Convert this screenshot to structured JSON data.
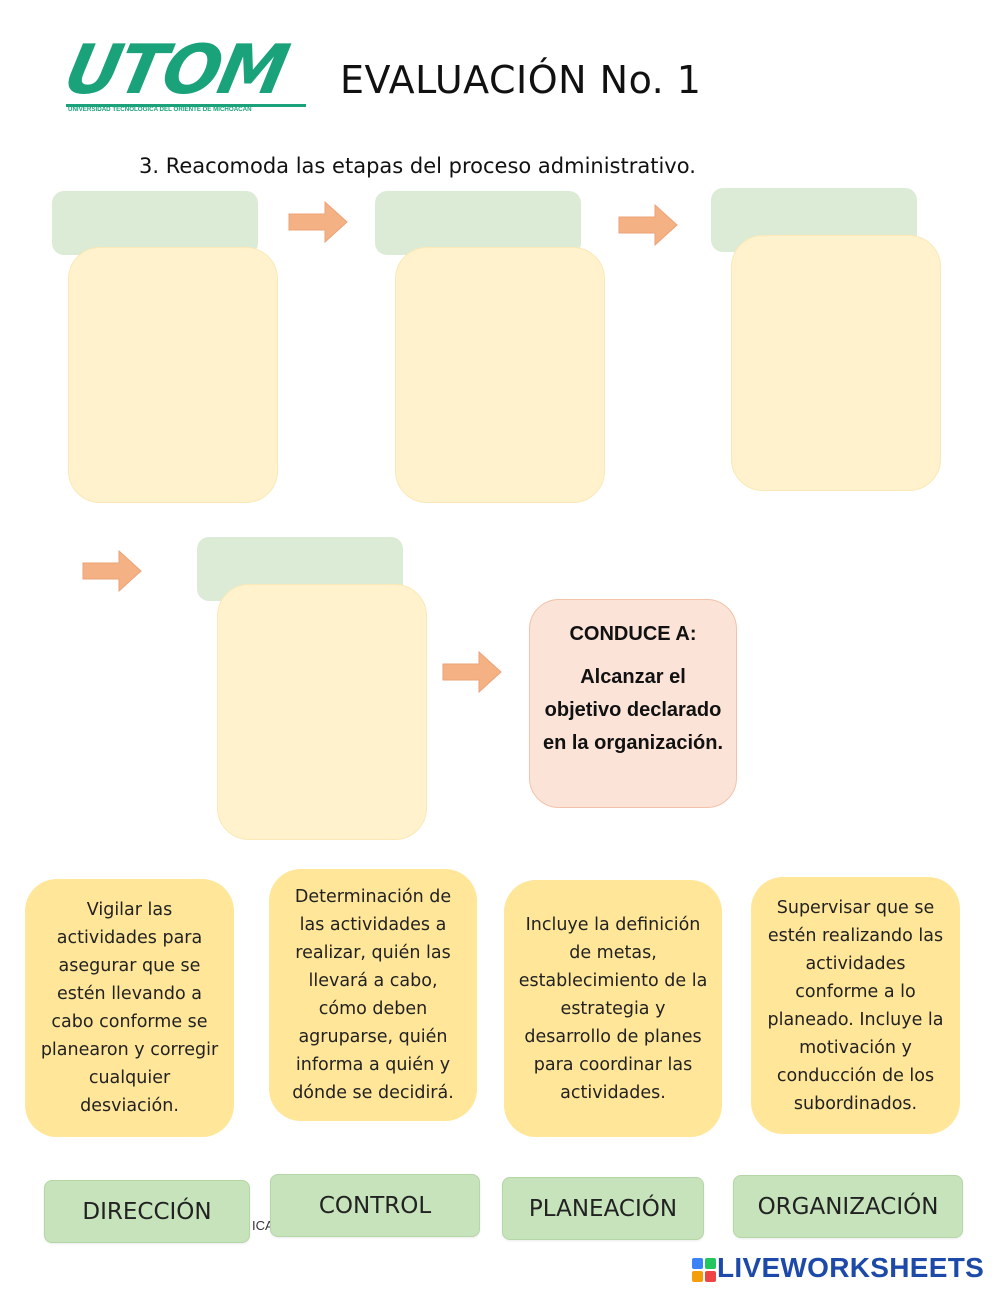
{
  "header": {
    "logo": {
      "text": "UTOM",
      "subtitle": "UNIVERSIDAD TECNOLÓGICA DEL ORIENTE DE MICHOACÁN",
      "color": "#1aa37a"
    },
    "title": "EVALUACIÓN No. 1"
  },
  "instruction": "3. Reacomoda las etapas del proceso administrativo.",
  "result": {
    "heading": "CONDUCE A:",
    "text": "Alcanzar el objetivo declarado en la organización."
  },
  "descriptions": [
    "Vigilar las actividades para asegurar que se estén llevando a cabo conforme se planearon y corregir cualquier desviación.",
    "Determinación de las actividades a realizar, quién las llevará a cabo, cómo deben agruparse, quién informa a quién y dónde se decidirá.",
    "Incluye la definición de metas, establecimiento de la estrategia y desarrollo de planes para coordinar las actividades.",
    "Supervisar que se estén realizando las actividades conforme a lo planeado. Incluye la motivación y conducción de los subordinados."
  ],
  "answers": [
    "DIRECCIÓN",
    "CONTROL",
    "PLANEACIÓN",
    "ORGANIZACIÓN"
  ],
  "stray_text": "ICA",
  "footer": {
    "brand": "LIVEWORKSHEETS",
    "brand_color": "#1d4aa8"
  },
  "colors": {
    "slot_label": "#dcebd6",
    "slot_body": "#fff2cc",
    "arrow": "#f4b183",
    "result_box": "#fbe3d8",
    "desc_card": "#ffe699",
    "answer": "#c6e3bb"
  },
  "icons": [
    "arrow-right-icon",
    "liveworksheets-logo-icon"
  ]
}
